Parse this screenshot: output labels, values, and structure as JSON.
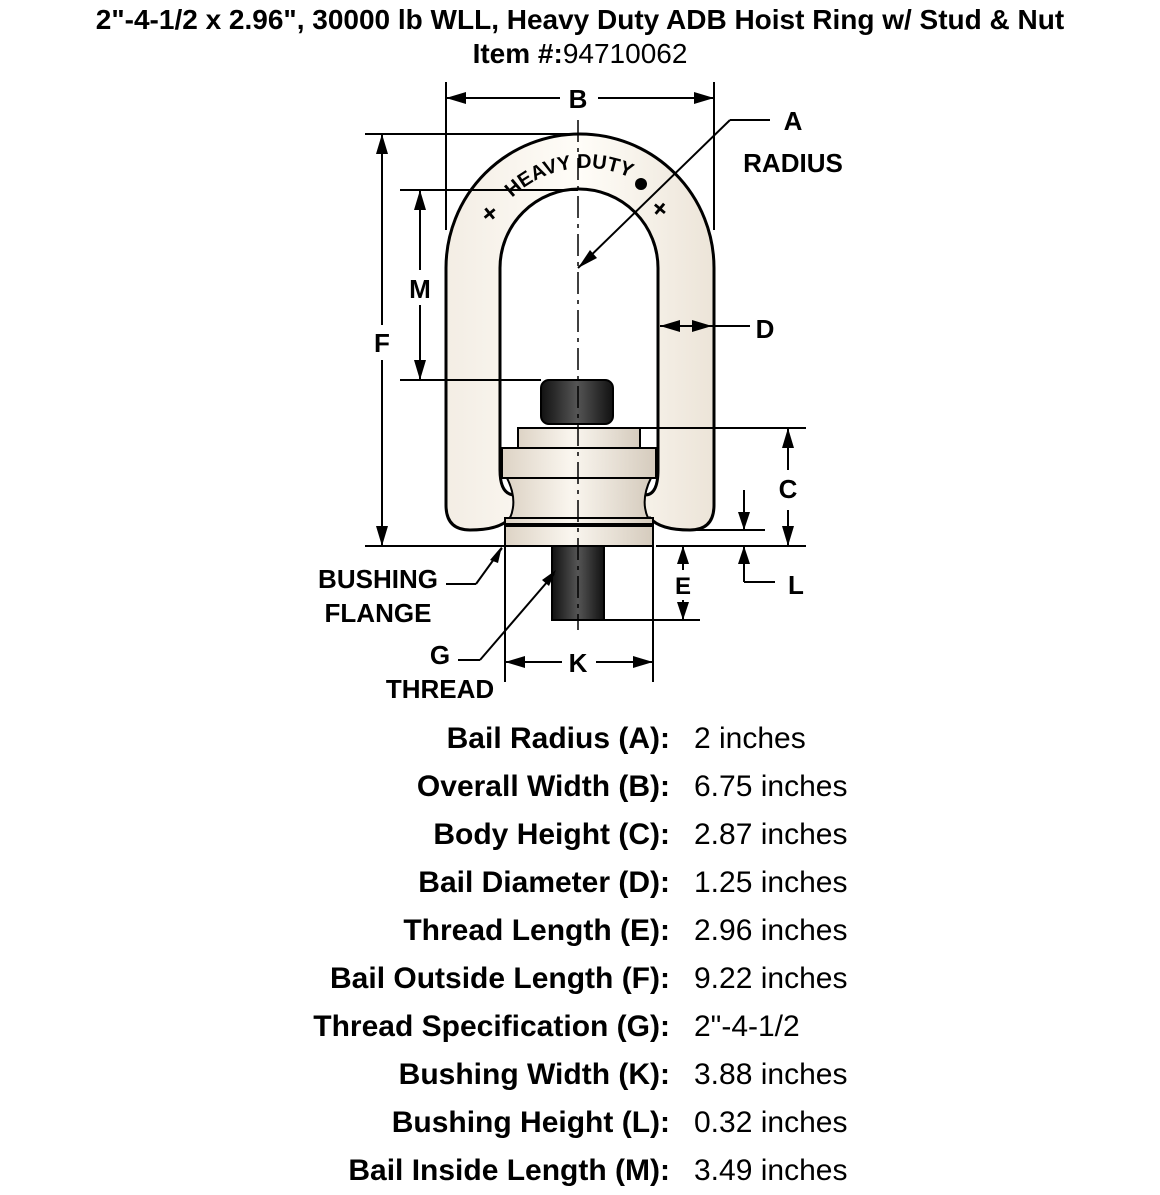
{
  "header": {
    "title": "2\"-4-1/2 x 2.96\", 30000 lb WLL, Heavy Duty ADB Hoist Ring w/ Stud & Nut",
    "item_prefix": "Item #:",
    "item_number": "94710062"
  },
  "diagram": {
    "labels": {
      "a": "A",
      "radius": "RADIUS",
      "b": "B",
      "c": "C",
      "d": "D",
      "e": "E",
      "f": "F",
      "g": "G",
      "thread": "THREAD",
      "k": "K",
      "l": "L",
      "m": "M",
      "bushing": "BUSHING",
      "flange": "FLANGE",
      "bail_text": "HEAVY DUTY"
    }
  },
  "specs": [
    {
      "label": "Bail Radius (A):",
      "value": "2 inches"
    },
    {
      "label": "Overall Width (B):",
      "value": "6.75 inches"
    },
    {
      "label": "Body Height (C):",
      "value": "2.87 inches"
    },
    {
      "label": "Bail Diameter (D):",
      "value": "1.25 inches"
    },
    {
      "label": "Thread Length (E):",
      "value": "2.96 inches"
    },
    {
      "label": "Bail Outside Length (F):",
      "value": "9.22 inches"
    },
    {
      "label": "Thread Specification (G):",
      "value": "2\"-4-1/2"
    },
    {
      "label": "Bushing Width (K):",
      "value": "3.88 inches"
    },
    {
      "label": "Bushing Height (L):",
      "value": "0.32 inches"
    },
    {
      "label": "Bail Inside Length (M):",
      "value": "3.49 inches"
    }
  ]
}
